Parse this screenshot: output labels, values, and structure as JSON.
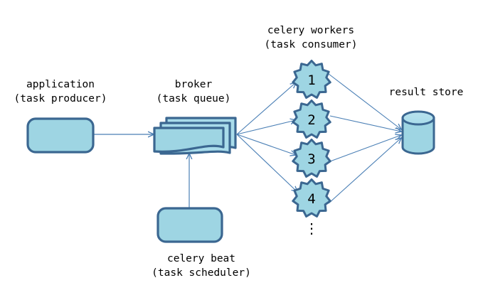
{
  "diagram": {
    "title": "celery architecture diagram",
    "colors": {
      "node_fill": "#9ed5e3",
      "node_fill_light": "#a9dcea",
      "node_stroke": "#3b6791",
      "arrow": "#4a7fb5",
      "background": "#ffffff",
      "text": "#000000"
    },
    "nodes": {
      "application": {
        "label_line1": "application",
        "label_line2": "(task producer)",
        "shape": "rounded-rectangle"
      },
      "broker": {
        "label_line1": "broker",
        "label_line2": "(task queue)",
        "shape": "document-stack",
        "stack_count": 3
      },
      "beat": {
        "label_line1": "celery beat",
        "label_line2": "(task scheduler)",
        "shape": "rounded-rectangle"
      },
      "workers": {
        "label_line1": "celery workers",
        "label_line2": "(task consumer)",
        "shape": "gear-polygon",
        "items": [
          {
            "number": "1"
          },
          {
            "number": "2"
          },
          {
            "number": "3"
          },
          {
            "number": "4"
          }
        ],
        "continuation": "⋮"
      },
      "result_store": {
        "label_line1": "result store",
        "shape": "cylinder"
      }
    },
    "edges": [
      {
        "from": "application",
        "to": "broker",
        "kind": "arrow"
      },
      {
        "from": "beat",
        "to": "broker",
        "kind": "arrow"
      },
      {
        "from": "broker",
        "to": "worker-1",
        "kind": "arrow"
      },
      {
        "from": "broker",
        "to": "worker-2",
        "kind": "arrow"
      },
      {
        "from": "broker",
        "to": "worker-3",
        "kind": "arrow"
      },
      {
        "from": "broker",
        "to": "worker-4",
        "kind": "arrow"
      },
      {
        "from": "worker-1",
        "to": "result_store",
        "kind": "arrow"
      },
      {
        "from": "worker-2",
        "to": "result_store",
        "kind": "arrow"
      },
      {
        "from": "worker-3",
        "to": "result_store",
        "kind": "arrow"
      },
      {
        "from": "worker-4",
        "to": "result_store",
        "kind": "arrow"
      }
    ]
  }
}
